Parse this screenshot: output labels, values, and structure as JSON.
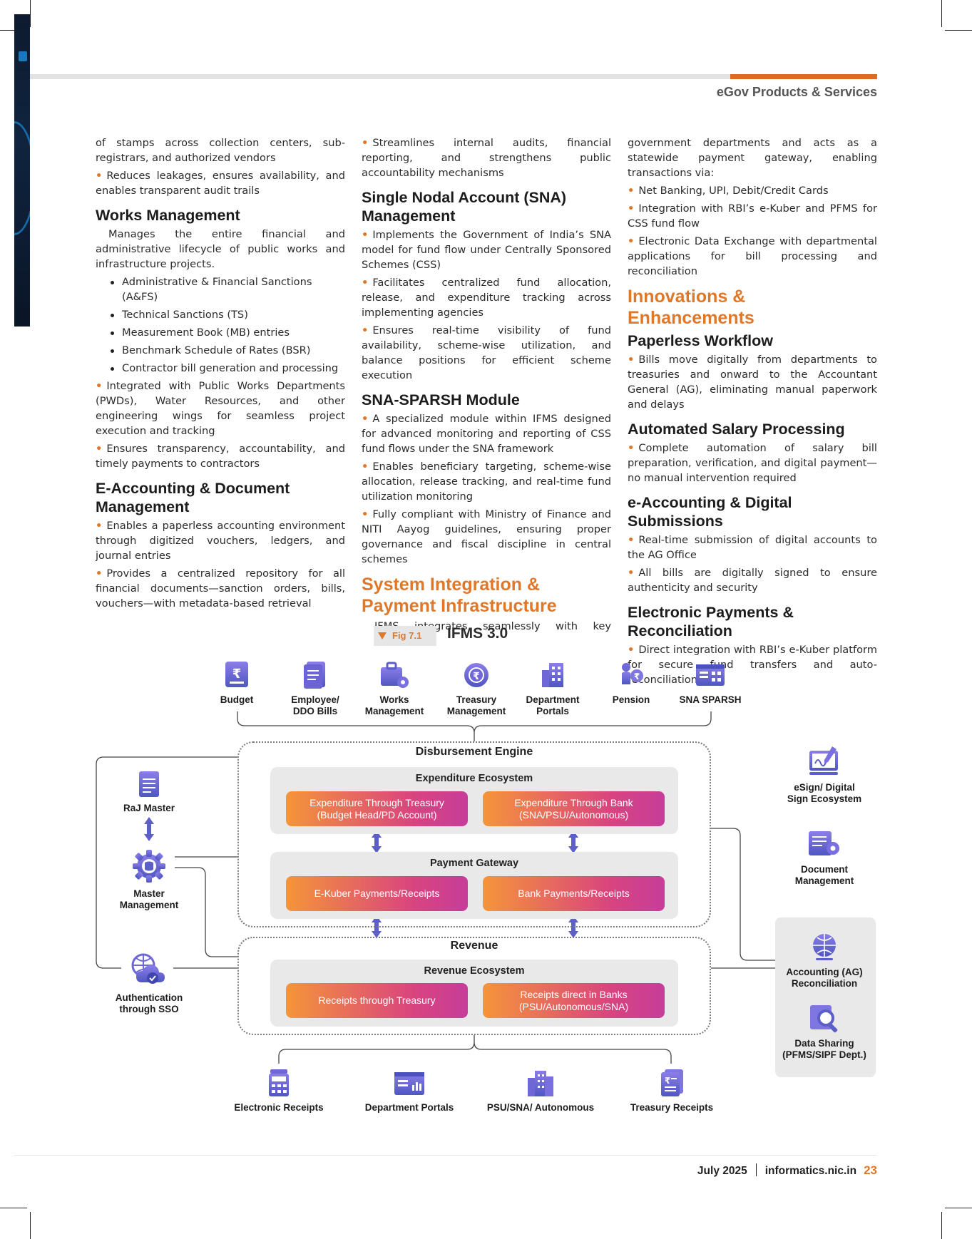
{
  "header": {
    "section": "eGov Products & Services"
  },
  "col1": {
    "intro_cont": "of stamps across collection centers, sub-registrars, and authorized vendors",
    "intro_bullet": "Reduces leakages, ensures availability, and enables transparent audit trails",
    "works_heading": "Works Management",
    "works_para": "Manages the entire financial and administrative lifecycle of public works and infrastructure projects.",
    "works_list": [
      "Administrative & Financial Sanctions (A&FS)",
      "Technical Sanctions (TS)",
      "Measurement Book (MB) entries",
      "Benchmark Schedule of Rates (BSR)",
      "Contractor bill generation and processing"
    ],
    "works_b1": "Integrated with Public Works Departments (PWDs), Water Resources, and other engineering wings for seamless project execution and tracking",
    "works_b2": "Ensures transparency, accountability, and timely payments to contractors",
    "eacc_heading": "E-Accounting & Document Management",
    "eacc_b1": "Enables a paperless accounting environment through digitized vouchers, ledgers, and journal entries",
    "eacc_b2": "Provides a centralized repository for all financial documents—sanction orders, bills, vouchers—with metadata-based retrieval"
  },
  "col2": {
    "b0": "Streamlines internal audits, financial reporting, and strengthens public accountability mechanisms",
    "sna_heading": "Single Nodal Account (SNA) Management",
    "sna_b1": "Implements the Government of India’s SNA model for fund flow under Centrally Sponsored Schemes (CSS)",
    "sna_b2": "Facilitates centralized fund allocation, release, and expenditure tracking across implementing agencies",
    "sna_b3": "Ensures real-time visibility of fund availability, scheme-wise utilization, and balance positions for efficient scheme execution",
    "sparsh_heading": "SNA-SPARSH Module",
    "sparsh_b1": "A specialized module within IFMS designed for advanced monitoring and reporting of CSS fund flows under the SNA framework",
    "sparsh_b2": "Enables beneficiary targeting, scheme-wise allocation, release tracking, and real-time fund utilization monitoring",
    "sparsh_b3": "Fully compliant with Ministry of Finance and NITI Aayog guidelines, ensuring proper governance and fiscal discipline in central schemes",
    "sys_heading": "System Integration & Payment Infrastructure",
    "sys_para": "IFMS integrates seamlessly with key"
  },
  "col3": {
    "cont": "government departments and acts as a statewide payment gateway, enabling transactions via:",
    "b1": "Net Banking, UPI, Debit/Credit Cards",
    "b2": "Integration with RBI’s e-Kuber and PFMS for CSS fund flow",
    "b3": "Electronic Data Exchange with departmental applications for bill processing and reconciliation",
    "innov_heading": "Innovations & Enhancements",
    "paperless_heading": "Paperless Workflow",
    "paperless_b1": "Bills move digitally from departments to treasuries and onward to the Accountant General (AG), eliminating manual paperwork and delays",
    "salary_heading": "Automated Salary Processing",
    "salary_b1": "Complete automation of salary bill preparation, verification, and digital payment—no manual intervention required",
    "eacc_heading": "e-Accounting & Digital Submissions",
    "eacc_b1": "Real-time submission of digital accounts to the AG Office",
    "eacc_b2": "All bills are digitally signed to ensure authenticity and security",
    "epay_heading": "Electronic Payments & Reconciliation",
    "epay_b1": "Direct integration with RBI’s e-Kuber platform for secure fund transfers and auto-reconciliation"
  },
  "figure": {
    "tag": "Fig 7.1",
    "title": "IFMS 3.0",
    "top_icons": [
      {
        "label": "Budget",
        "icon": "budget-icon"
      },
      {
        "label": "Employee/\nDDO Bills",
        "icon": "bills-icon"
      },
      {
        "label": "Works\nManagement",
        "icon": "works-icon"
      },
      {
        "label": "Treasury\nManagement",
        "icon": "treasury-icon"
      },
      {
        "label": "Department\nPortals",
        "icon": "building-icon"
      },
      {
        "label": "Pension",
        "icon": "pension-icon"
      },
      {
        "label": "SNA SPARSH",
        "icon": "dashboard-icon"
      }
    ],
    "disbursement": "Disbursement Engine",
    "expenditure_eco": "Expenditure Ecosystem",
    "exp_treasury": "Expenditure Through Treasury\n(Budget Head/PD Account)",
    "exp_bank": "Expenditure Through Bank\n(SNA/PSU/Autonomous)",
    "payment_gateway": "Payment Gateway",
    "ekuber": "E-Kuber Payments/Receipts",
    "bank_payments": "Bank Payments/Receipts",
    "revenue": "Revenue",
    "revenue_eco": "Revenue Ecosystem",
    "rec_treasury": "Receipts through Treasury",
    "rec_banks": "Receipts direct in Banks\n(PSU/Autonomous/SNA)",
    "left": {
      "raj_master": "RaJ Master",
      "master_mgmt": "Master\nManagement",
      "auth_sso": "Authentication\nthrough SSO"
    },
    "right": {
      "esign": "eSign/ Digital\nSign Ecosystem",
      "doc_mgmt": "Document\nManagement",
      "accounting": "Accounting (AG)\nReconciliation",
      "data_sharing": "Data Sharing\n(PFMS/SIPF Dept.)"
    },
    "bottom_icons": [
      {
        "label": "Electronic Receipts",
        "icon": "calculator-icon"
      },
      {
        "label": "Department Portals",
        "icon": "portal-icon"
      },
      {
        "label": "PSU/SNA/ Autonomous",
        "icon": "buildings-icon"
      },
      {
        "label": "Treasury Receipts",
        "icon": "receipts-icon"
      }
    ],
    "colors": {
      "icon": "#6a5acd",
      "gradient_start": "#f5953a",
      "gradient_end": "#c63d9a",
      "accent": "#e0782a"
    }
  },
  "footer": {
    "date": "July 2025",
    "site": "informatics.nic.in",
    "page": "23"
  }
}
